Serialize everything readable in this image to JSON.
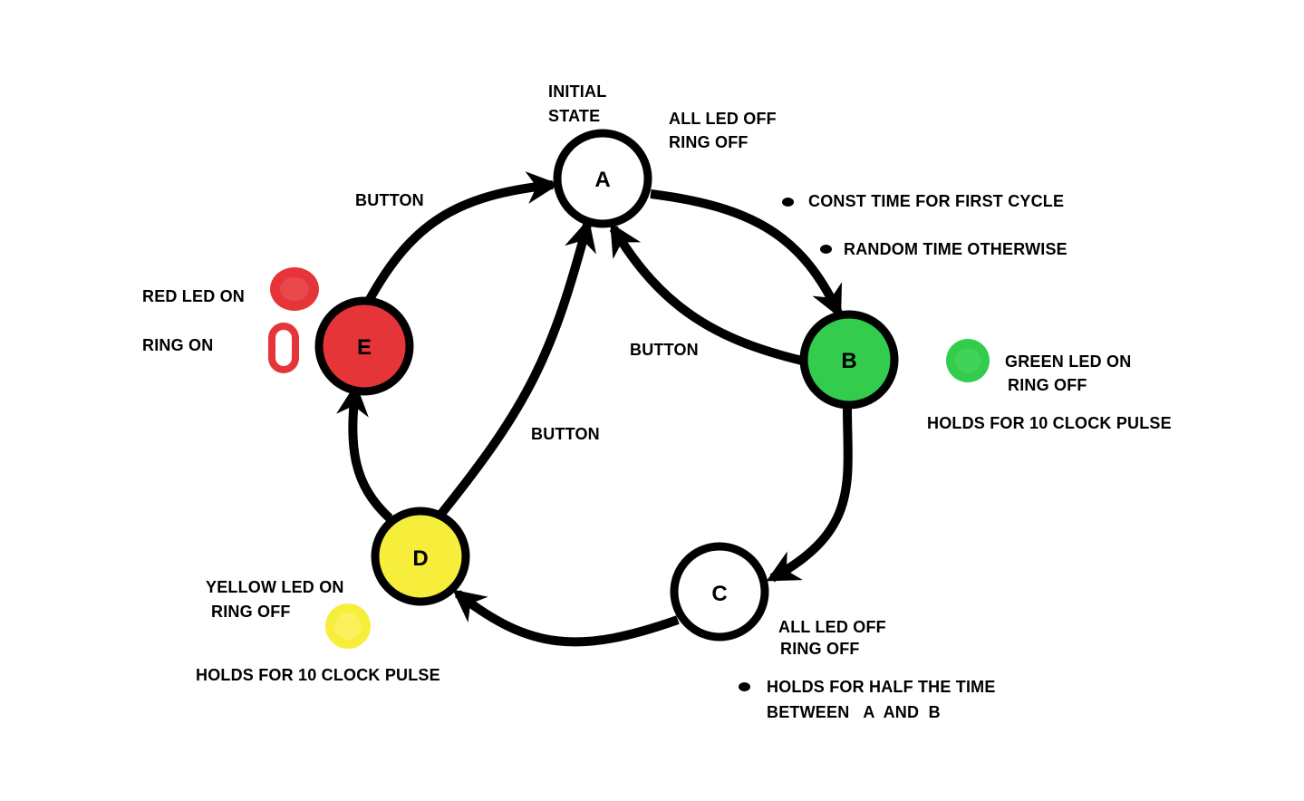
{
  "states": {
    "a": {
      "letter": "A",
      "fill": "#ffffff"
    },
    "b": {
      "letter": "B",
      "fill": "#33cc4d"
    },
    "c": {
      "letter": "C",
      "fill": "#ffffff"
    },
    "d": {
      "letter": "D",
      "fill": "#f7ee3c"
    },
    "e": {
      "letter": "E",
      "fill": "#e53538"
    }
  },
  "labels": {
    "initial_line1": "INITIAL",
    "initial_line2": "STATE",
    "a_desc_line1": "ALL LED OFF",
    "a_desc_line2": "RING OFF",
    "ab_note1": "CONST TIME FOR FIRST CYCLE",
    "ab_note2": "RANDOM TIME OTHERWISE",
    "b_desc_line1": "GREEN LED ON",
    "b_desc_line2": "RING OFF",
    "b_hold": "HOLDS FOR 10 CLOCK PULSE",
    "c_desc_line1": "ALL LED OFF",
    "c_desc_line2": "RING OFF",
    "c_note_line1": "HOLDS FOR HALF THE TIME",
    "c_note_line2": "BETWEEN   A  AND  B",
    "d_desc_line1": "YELLOW LED ON",
    "d_desc_line2": "RING OFF",
    "d_hold": "HOLDS FOR 10 CLOCK PULSE",
    "e_desc_line1": "RED LED ON",
    "e_desc_line2": "RING ON",
    "button_ea": "BUTTON",
    "button_ba": "BUTTON",
    "button_da": "BUTTON"
  },
  "colors": {
    "green_led": "#33cc4d",
    "yellow_led": "#f7ee3c",
    "red_led": "#e53538",
    "stroke": "#000000"
  }
}
